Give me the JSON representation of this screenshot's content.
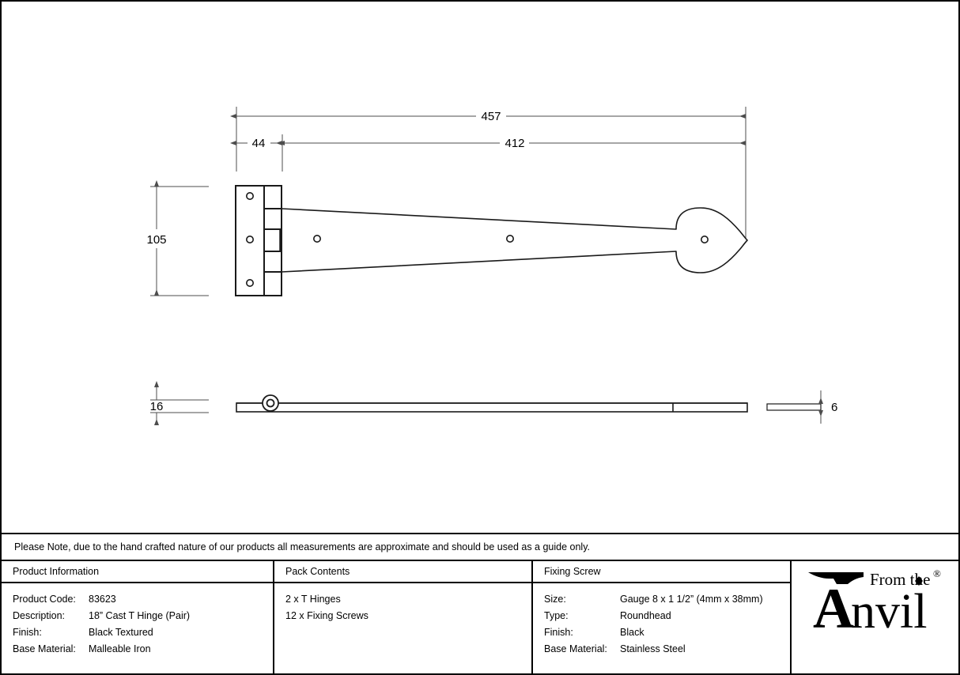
{
  "drawing": {
    "title": "18\" Cast T Hinge (Pair) technical drawing",
    "dimensions": {
      "overall_length": "457",
      "plate_width": "44",
      "strap_length": "412",
      "plate_height": "105",
      "knuckle_thickness": "16",
      "strap_thickness": "6"
    },
    "views": {
      "front_view_name": "front-elevation",
      "side_view_name": "side-elevation",
      "section_view_name": "strap-section"
    },
    "colors": {
      "line": "#1a1a1a",
      "dimension_line": "#4d4d4d",
      "background": "#ffffff"
    }
  },
  "note": {
    "text": "Please Note, due to the hand crafted nature of our products all measurements are approximate and should be used as a guide only."
  },
  "table": {
    "columns": [
      {
        "header": "Product Information"
      },
      {
        "header": "Pack Contents"
      },
      {
        "header": "Fixing Screw"
      }
    ],
    "product_information": [
      {
        "key": "Product Code:",
        "value": "83623"
      },
      {
        "key": "Description:",
        "value": "18” Cast T Hinge (Pair)"
      },
      {
        "key": "Finish:",
        "value": "Black Textured"
      },
      {
        "key": "Base Material:",
        "value": "Malleable Iron"
      }
    ],
    "pack_contents": [
      "2 x T Hinges",
      "12 x Fixing Screws"
    ],
    "fixing_screw": [
      {
        "key": "Size:",
        "value": "Gauge 8 x 1 1/2” (4mm x 38mm)"
      },
      {
        "key": "Type:",
        "value": "Roundhead"
      },
      {
        "key": "Finish:",
        "value": "Black"
      },
      {
        "key": "Base Material:",
        "value": "Stainless Steel"
      }
    ]
  },
  "logo": {
    "top_text": "From the",
    "main_text": "Anvil",
    "registered_mark": "®",
    "icon": "anvil-icon"
  }
}
